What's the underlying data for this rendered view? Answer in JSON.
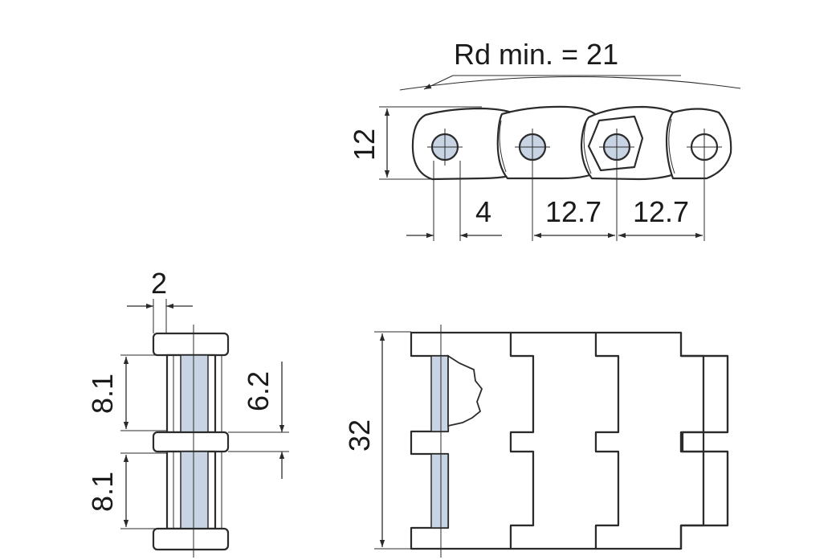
{
  "labels": {
    "radius": "Rd min. = 21",
    "height_side": "12",
    "offset": "4",
    "pitch_1": "12.7",
    "pitch_2": "12.7",
    "thickness": "2",
    "half_width_top": "8.1",
    "half_width_bottom": "8.1",
    "gap": "6.2",
    "width": "32"
  },
  "colors": {
    "line": "#2b2b2b",
    "pin_fill": "#c8d4e3",
    "background": "#ffffff"
  }
}
